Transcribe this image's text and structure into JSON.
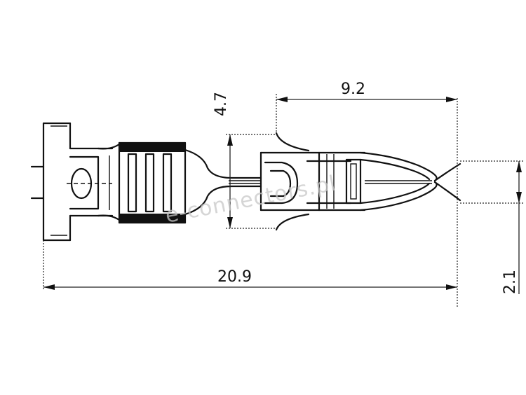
{
  "dimensions": {
    "overall_length": "20.9",
    "contact_length": "9.2",
    "insulation_height": "4.7",
    "contact_height": "2.1"
  },
  "watermark": "e-connectors.pl"
}
